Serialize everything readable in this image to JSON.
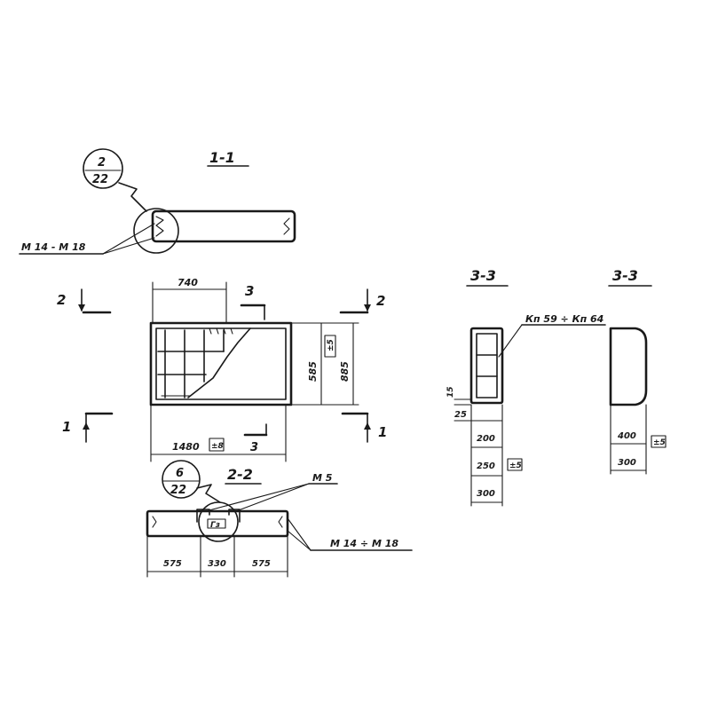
{
  "section_1_1": {
    "title": "1-1",
    "callout_top": "2",
    "callout_bottom": "22",
    "anchor_label": "M 14 - M 18"
  },
  "plan": {
    "cut_2": "2",
    "cut_1": "1",
    "cut_3": "3",
    "dim_width_top": "740",
    "dim_height_inner": "585",
    "dim_height_outer": "885",
    "tol_height": "±5",
    "dim_length": "1480",
    "tol_length": "±8"
  },
  "section_2_2": {
    "title": "2-2",
    "callout_top": "6",
    "callout_bottom": "22",
    "loop_label": "M 5",
    "anchor_label": "M 14 ÷ M 18",
    "tag": "Гз",
    "dims": [
      "575",
      "330",
      "575"
    ]
  },
  "section_3_3_left": {
    "title": "3-3",
    "leader_label": "Кп 59 ÷ Кп 64",
    "dim_15": "15",
    "dim_25": "25",
    "dims": [
      "200",
      "250",
      "300"
    ],
    "tol": "±5"
  },
  "section_3_3_right": {
    "title": "3-3",
    "dims": [
      "400",
      "300"
    ],
    "tol": "±5"
  }
}
